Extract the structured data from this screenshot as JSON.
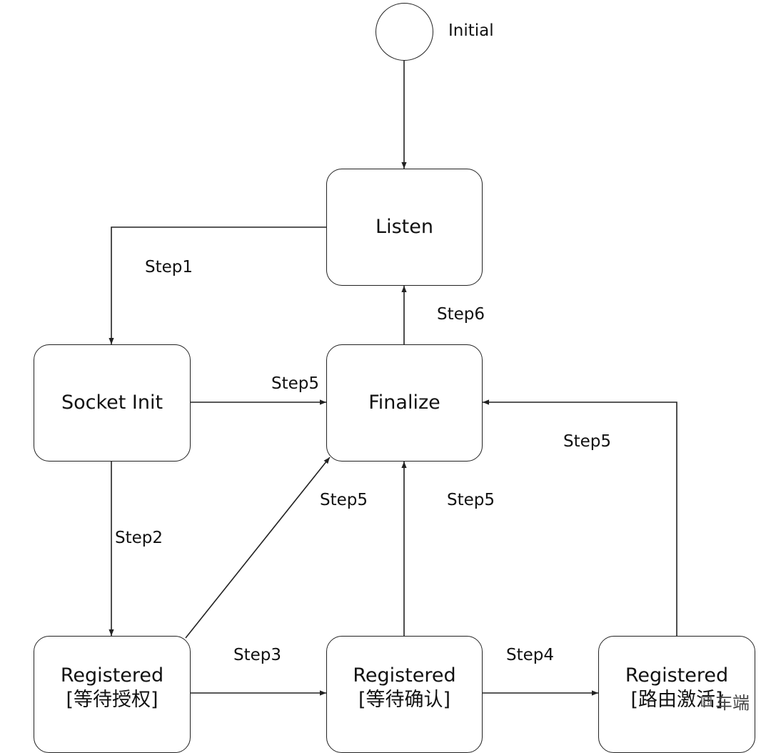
{
  "initial": {
    "label": "Initial"
  },
  "states": {
    "listen": "Listen",
    "socket_init": "Socket Init",
    "finalize": "Finalize",
    "registered_auth": "Registered\n[等待授权]",
    "registered_confirm": "Registered\n[等待确认]",
    "registered_route": "Registered\n[路由激活]"
  },
  "transitions": {
    "step1": "Step1",
    "step2": "Step2",
    "step3": "Step3",
    "step4": "Step4",
    "step5_socket": "Step5",
    "step5_auth": "Step5",
    "step5_confirm": "Step5",
    "step5_route": "Step5",
    "step6": "Step6"
  },
  "watermark": {
    "text": "车端",
    "icon": "wechat-icon"
  }
}
